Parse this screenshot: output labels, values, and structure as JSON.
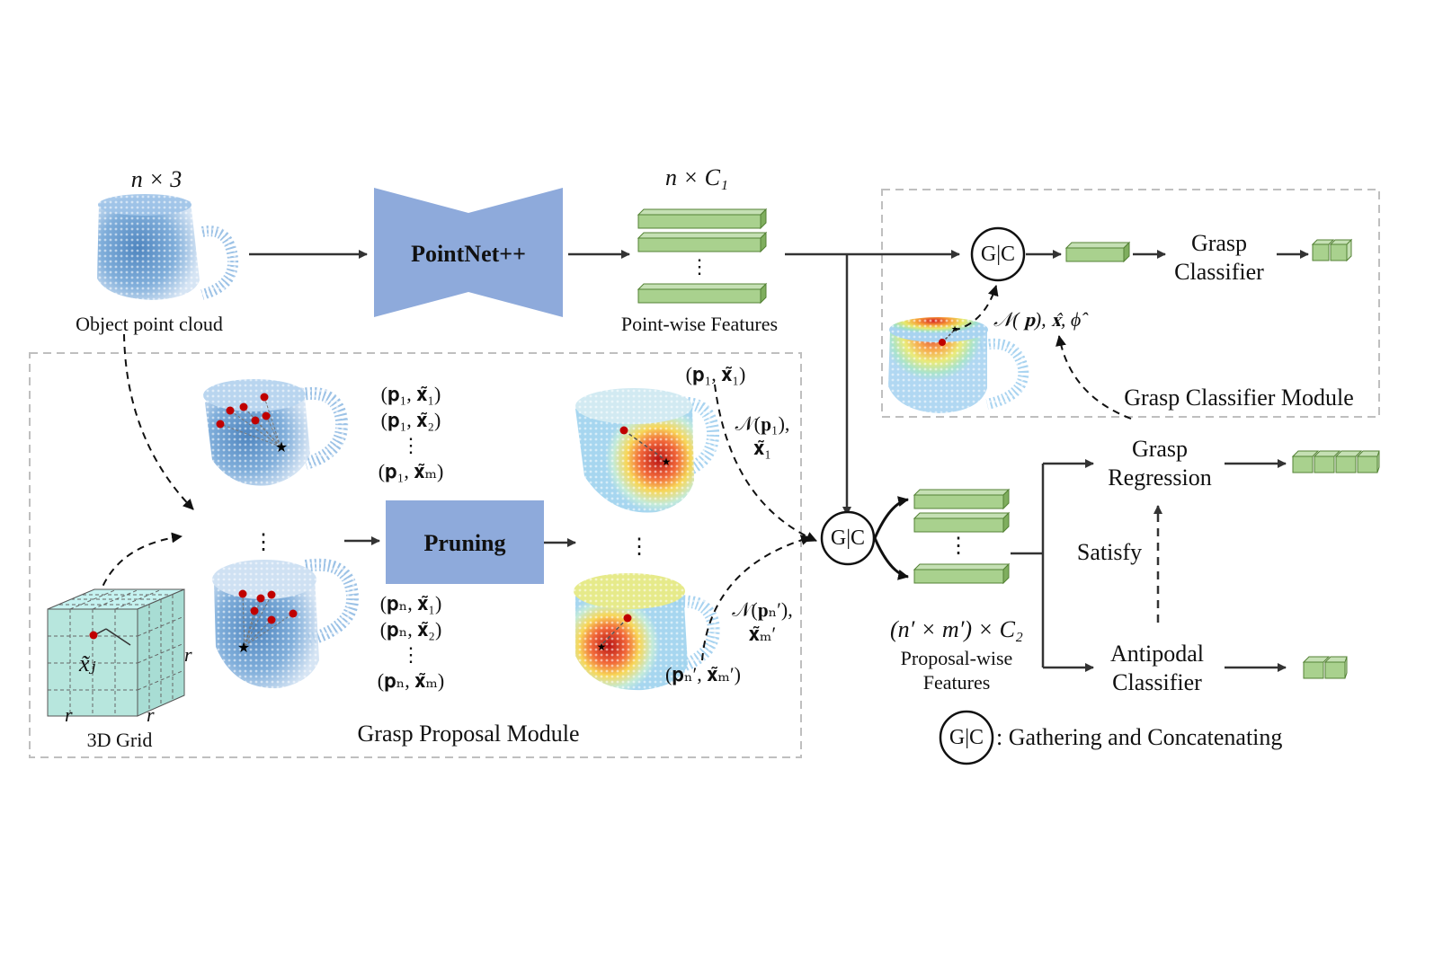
{
  "labels": {
    "input_dim": "n × 3",
    "object_point_cloud": "Object point cloud",
    "backbone": "PointNet++",
    "feature_dim": "n × C₁",
    "pointwise_features": "Point-wise Features",
    "feature_dots": "⋮",
    "gc_symbol": "G|C",
    "grasp_classifier": [
      "Grasp",
      "Classifier"
    ],
    "neighborhood_top": "𝒩( 𝐩), 𝐱̂, ϕ̂",
    "grasp_classifier_module": "Grasp Classifier Module",
    "grasp_regression": [
      "Grasp",
      "Regression"
    ],
    "satisfy": "Satisfy",
    "antipodal_classifier": [
      "Antipodal",
      "Classifier"
    ],
    "proposal_dim": "(n′ × m′) × C₂",
    "proposal_features": [
      "Proposal-wise",
      "Features"
    ],
    "gc_legend": ": Gathering and Concatenating",
    "grasp_proposal_module": "Grasp Proposal Module",
    "pruning": "Pruning",
    "grid_label": "3D Grid",
    "grid_r": "r",
    "grid_x": "x̃ⱼ",
    "pairs_top": [
      "(𝐩₁, 𝐱̃₁)",
      "(𝐩₁, 𝐱̃₂)",
      "⋮",
      "(𝐩₁, 𝐱̃ₘ)"
    ],
    "pairs_bottom": [
      "(𝐩ₙ, 𝐱̃₁)",
      "(𝐩ₙ, 𝐱̃₂)",
      "⋮",
      "(𝐩ₙ, 𝐱̃ₘ)"
    ],
    "pruned_top": "(𝐩₁, 𝐱̃₁)",
    "neighborhood_p1": [
      "𝒩(𝐩₁),",
      "𝐱̃₁"
    ],
    "neighborhood_pn": [
      "𝒩(𝐩ₙ′),",
      "𝐱̃ₘ′"
    ],
    "pruned_bottom": "(𝐩ₙ′, 𝐱̃ₘ′)",
    "vdots": "⋮"
  },
  "colors": {
    "network_blue": "#8eaadb",
    "feature_green": "#a9d18e",
    "feature_edge": "#548235",
    "dashed_box": "#bfbfbf",
    "point_cloud": "#4a86c5",
    "grasp_point": "#c00000"
  }
}
